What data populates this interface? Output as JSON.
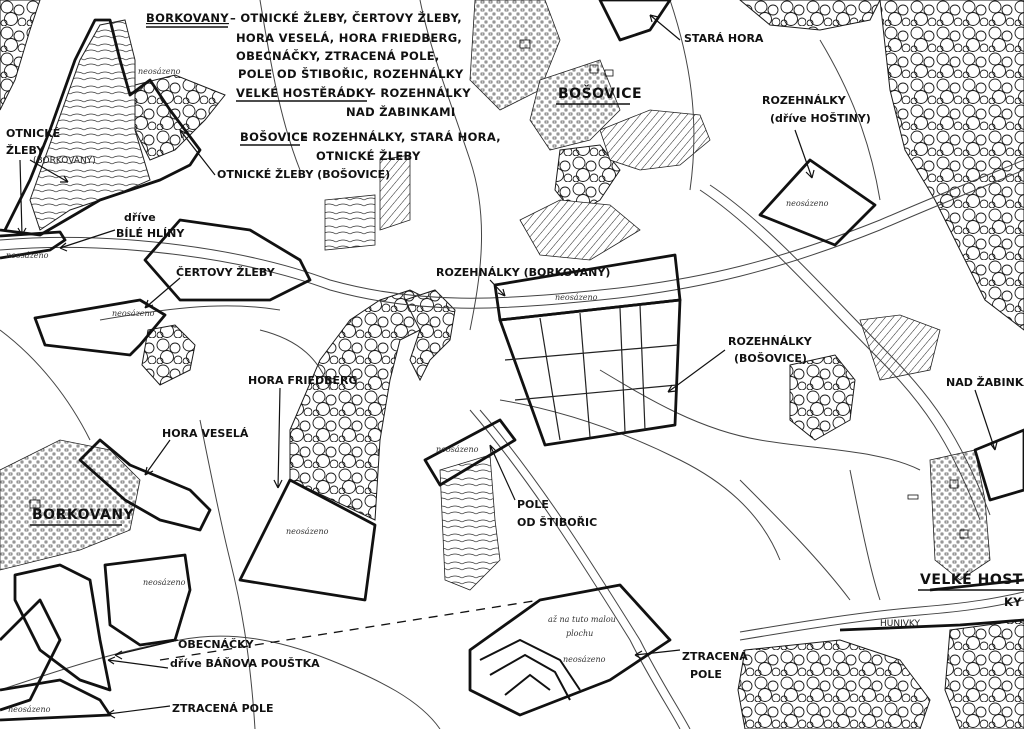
{
  "legend": {
    "lines": [
      {
        "place": "BORKOVANY",
        "text": "– OTNICKÉ ŽLEBY, ČERTOVY ŽLEBY,"
      },
      {
        "place": "",
        "text": "HORA VESELÁ, HORA FRIEDBERG,"
      },
      {
        "place": "",
        "text": "OBECNÁČKY, ZTRACENÁ POLE,"
      },
      {
        "place": "",
        "text": "POLE OD ŠTIBOŘIC, ROZEHNÁLKY"
      },
      {
        "place": "VELKÉ HOSTĚRÁDKY",
        "text": "– ROZEHNÁLKY"
      },
      {
        "place": "",
        "text": "NAD ŽABINKAMI"
      },
      {
        "place": "BOŠOVICE",
        "text": "– ROZEHNÁLKY, STARÁ HORA,"
      },
      {
        "place": "",
        "text": "OTNICKÉ ŽLEBY"
      }
    ]
  },
  "villages": {
    "borkovany": "BORKOVANY",
    "bosovice": "BOŠOVICE",
    "velke_hosteradky": "VELKÉ HOSTĚRÁD"
  },
  "labels": {
    "stara_hora": "STARÁ HORA",
    "rozehnalky_hostiny": "ROZEHNÁLKY",
    "rozehnalky_hostiny_sub": "(dříve HOŠTINY)",
    "otnicke_zleby_left": "OTNICKÉ",
    "otnicke_zleby_left2": "ŽLEBY",
    "otnicke_zleby_left_sub": "(BORKOVANY)",
    "otnicke_zleby_bosovice": "OTNICKÉ ŽLEBY (BOŠOVICE)",
    "bile_hliny_1": "dříve",
    "bile_hliny_2": "BÍLÉ HLÍNY",
    "certovy_zleby": "ČERTOVY ŽLEBY",
    "rozehnalky_borkovany": "ROZEHNÁLKY (BORKOVANY)",
    "rozehnalky_bosovice": "ROZEHNÁLKY",
    "rozehnalky_bosovice_sub": "(BOŠOVICE)",
    "hora_friedberg": "HORA FRIEDBERG",
    "hora_vesela": "HORA VESELÁ",
    "pole_od_stiboric_1": "POLE",
    "pole_od_stiboric_2": "OD ŠTIBOŘIC",
    "nad_zabinkami": "NAD ŽABINKAMI",
    "obecnacky": "OBECNÁČKY",
    "banova_poustka": "dříve BÁŇOVA POUŠTKA",
    "ztracena_pole_bottom": "ZTRACENÁ POLE",
    "ztracena_pole_right_1": "ZTRACENÁ",
    "ztracena_pole_right_2": "POLE",
    "hunivky": "HUNIVKY",
    "ky": "KY"
  },
  "field_notes": {
    "neosazeno": "neosázeno",
    "az_na_tuto": "až na tuto malou",
    "plochu": "plochu"
  },
  "colors": {
    "ink": "#111111",
    "paper": "#ffffff",
    "road": "#444444"
  }
}
